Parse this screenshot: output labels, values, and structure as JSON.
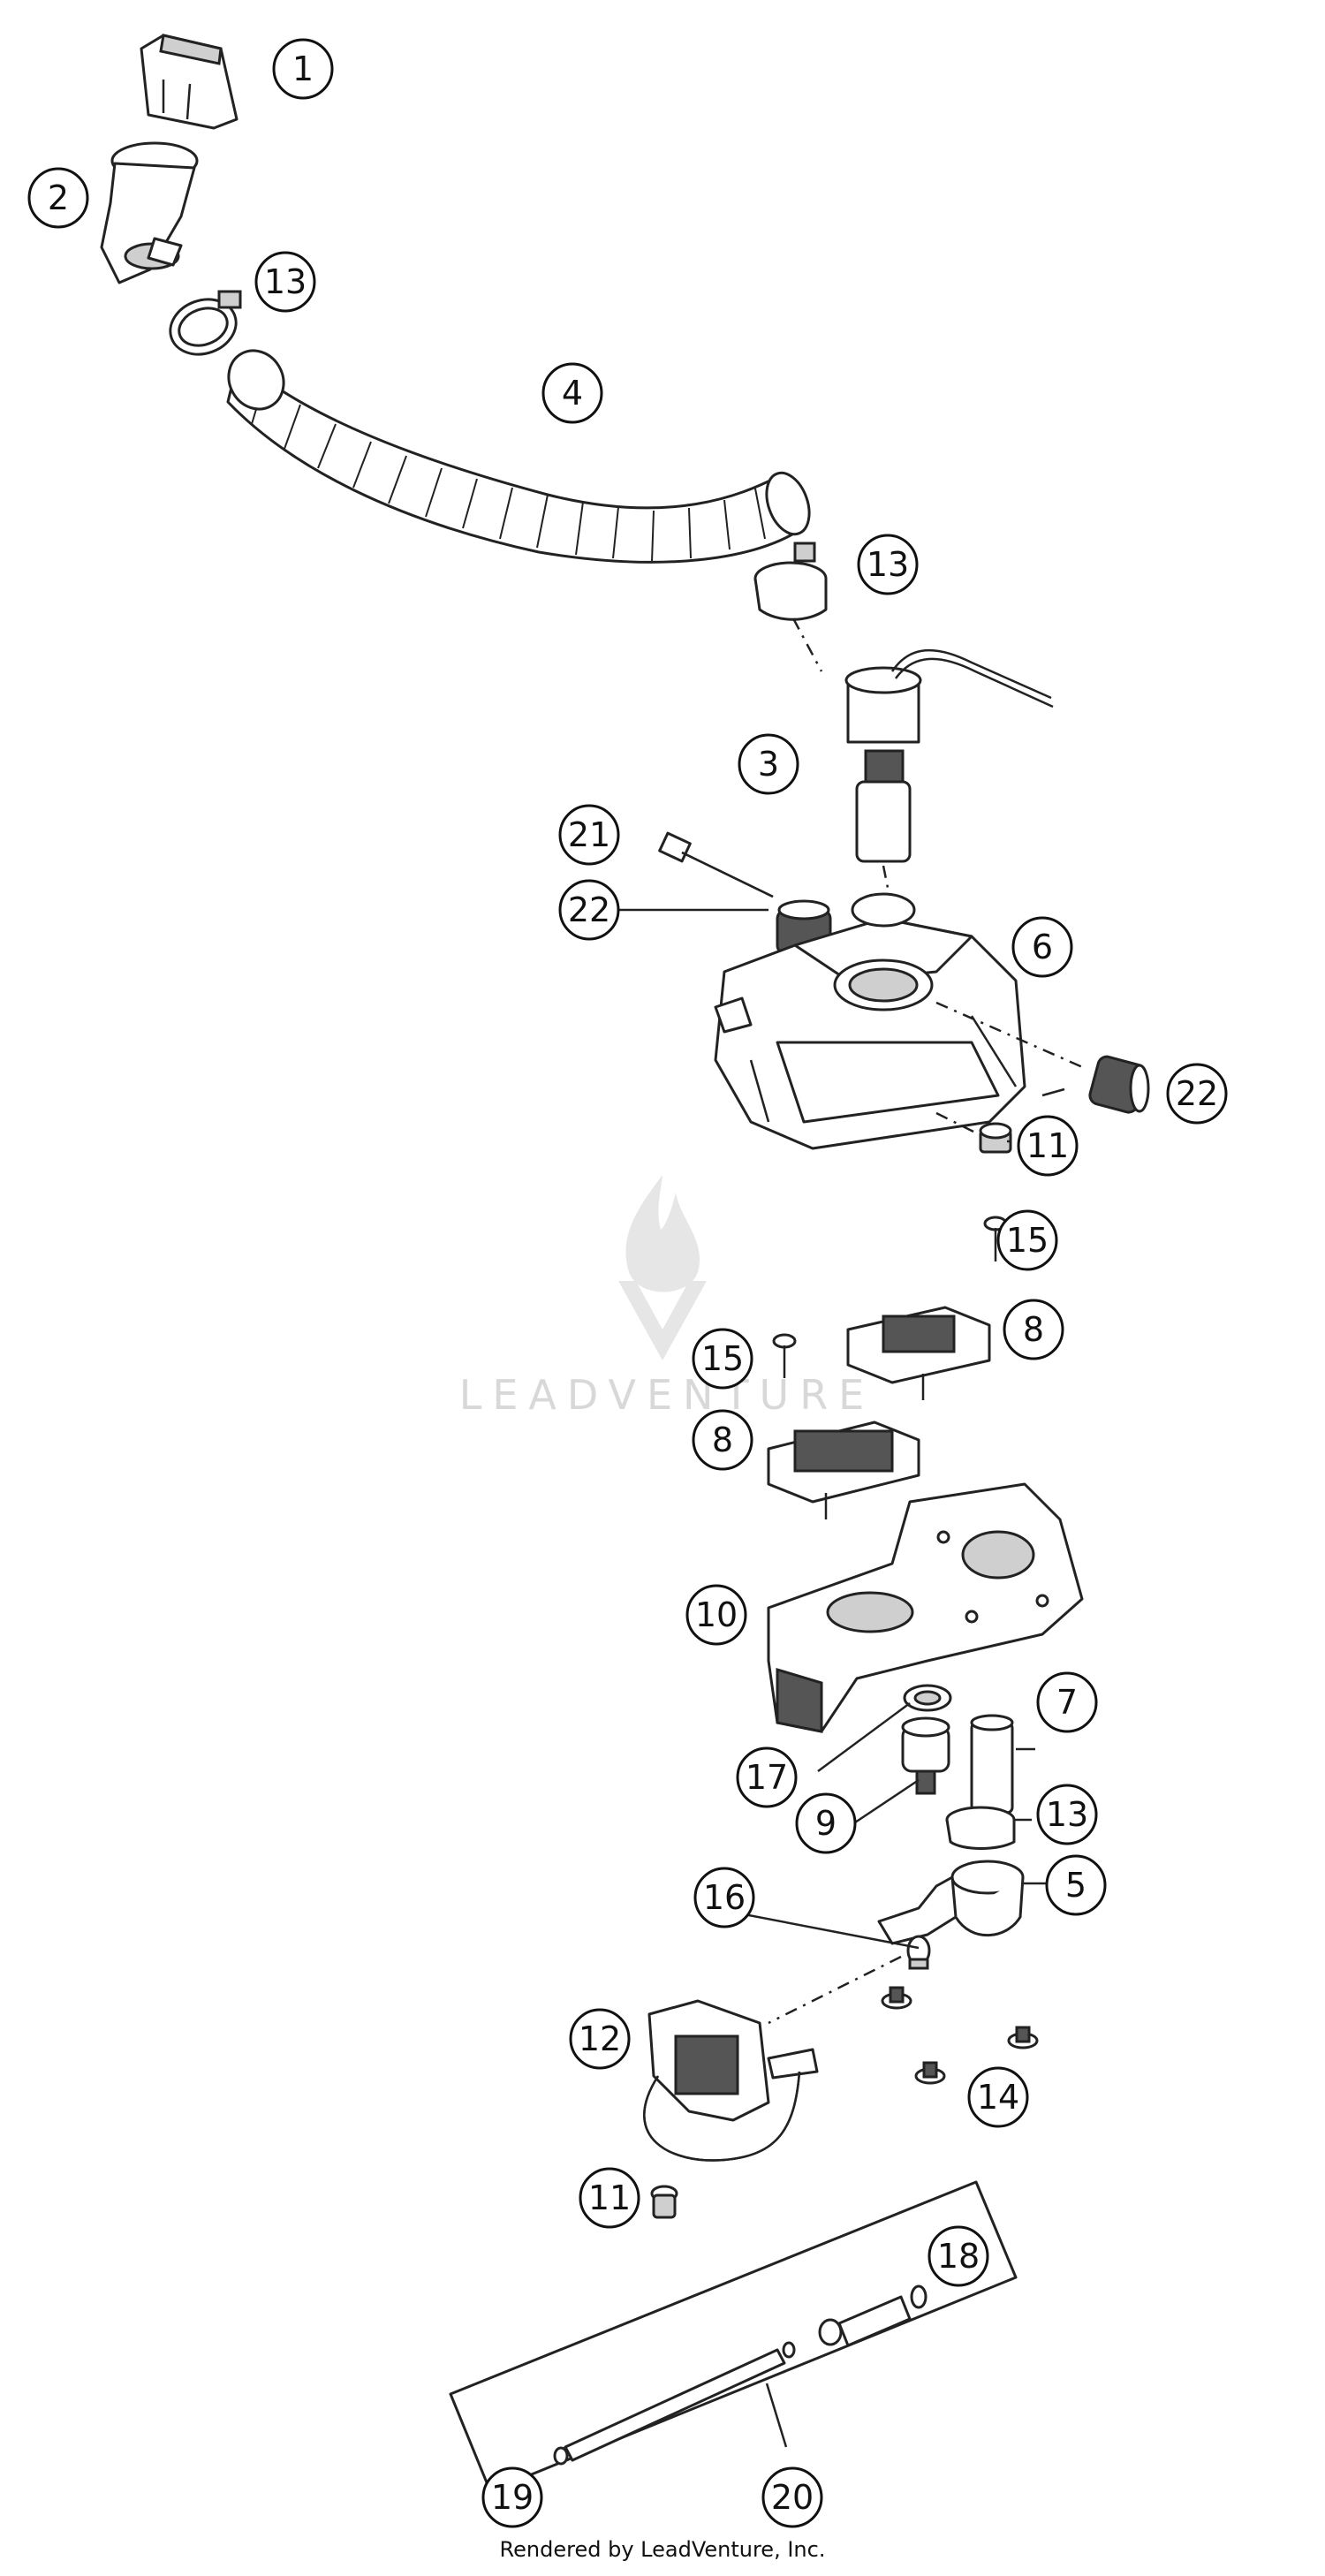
{
  "watermark": {
    "brand": "LEADVENTURE"
  },
  "footer": {
    "rendered_by": "Rendered by LeadVenture, Inc."
  },
  "callouts": [
    {
      "id": "c1",
      "label": "1"
    },
    {
      "id": "c2",
      "label": "2"
    },
    {
      "id": "c13a",
      "label": "13"
    },
    {
      "id": "c4",
      "label": "4"
    },
    {
      "id": "c13b",
      "label": "13"
    },
    {
      "id": "c3",
      "label": "3"
    },
    {
      "id": "c21",
      "label": "21"
    },
    {
      "id": "c22a",
      "label": "22"
    },
    {
      "id": "c6",
      "label": "6"
    },
    {
      "id": "c22b",
      "label": "22"
    },
    {
      "id": "c11a",
      "label": "11"
    },
    {
      "id": "c15a",
      "label": "15"
    },
    {
      "id": "c8a",
      "label": "8"
    },
    {
      "id": "c15b",
      "label": "15"
    },
    {
      "id": "c8b",
      "label": "8"
    },
    {
      "id": "c10",
      "label": "10"
    },
    {
      "id": "c7",
      "label": "7"
    },
    {
      "id": "c17",
      "label": "17"
    },
    {
      "id": "c9",
      "label": "9"
    },
    {
      "id": "c13c",
      "label": "13"
    },
    {
      "id": "c5",
      "label": "5"
    },
    {
      "id": "c16",
      "label": "16"
    },
    {
      "id": "c12",
      "label": "12"
    },
    {
      "id": "c14",
      "label": "14"
    },
    {
      "id": "c11b",
      "label": "11"
    },
    {
      "id": "c18",
      "label": "18"
    },
    {
      "id": "c19",
      "label": "19"
    },
    {
      "id": "c20",
      "label": "20"
    }
  ]
}
